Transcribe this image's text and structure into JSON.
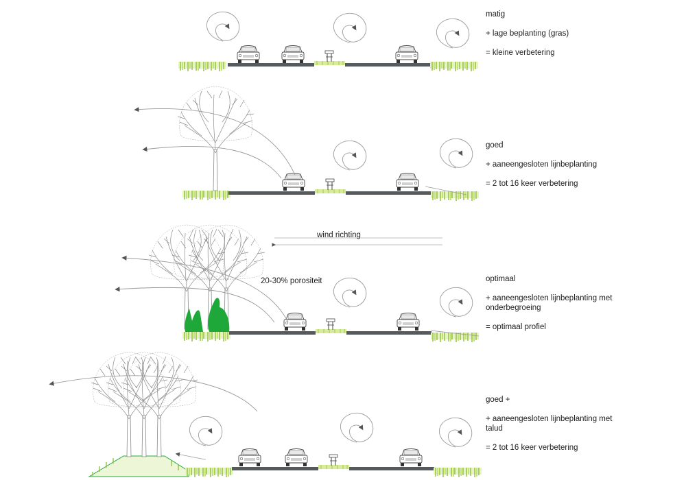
{
  "colors": {
    "road": "#555a5e",
    "grass_light": "#c8e07a",
    "grass_mid": "#8fc43d",
    "hedge": "#1ea83a",
    "stroke": "#777777",
    "tree": "#888888"
  },
  "sections": [
    {
      "title": "matig",
      "line1": "+ lage beplanting (gras)",
      "line2": "",
      "result": "= kleine verbetering"
    },
    {
      "title": "goed",
      "line1": "+ aaneengesloten lijnbeplanting",
      "line2": "",
      "result": "= 2 tot 16 keer verbetering"
    },
    {
      "title": "optimaal",
      "line1": "+ aaneengesloten lijnbeplanting met",
      "line2": "onderbegroeing",
      "result": "= optimaal profiel"
    },
    {
      "title": "goed +",
      "line1": "+ aaneengesloten lijnbeplanting met",
      "line2": "talud",
      "result": "= 2 tot 16 keer verbetering"
    }
  ],
  "annotations": {
    "wind": "wind richting",
    "porosity": "20-30% porositeit"
  }
}
